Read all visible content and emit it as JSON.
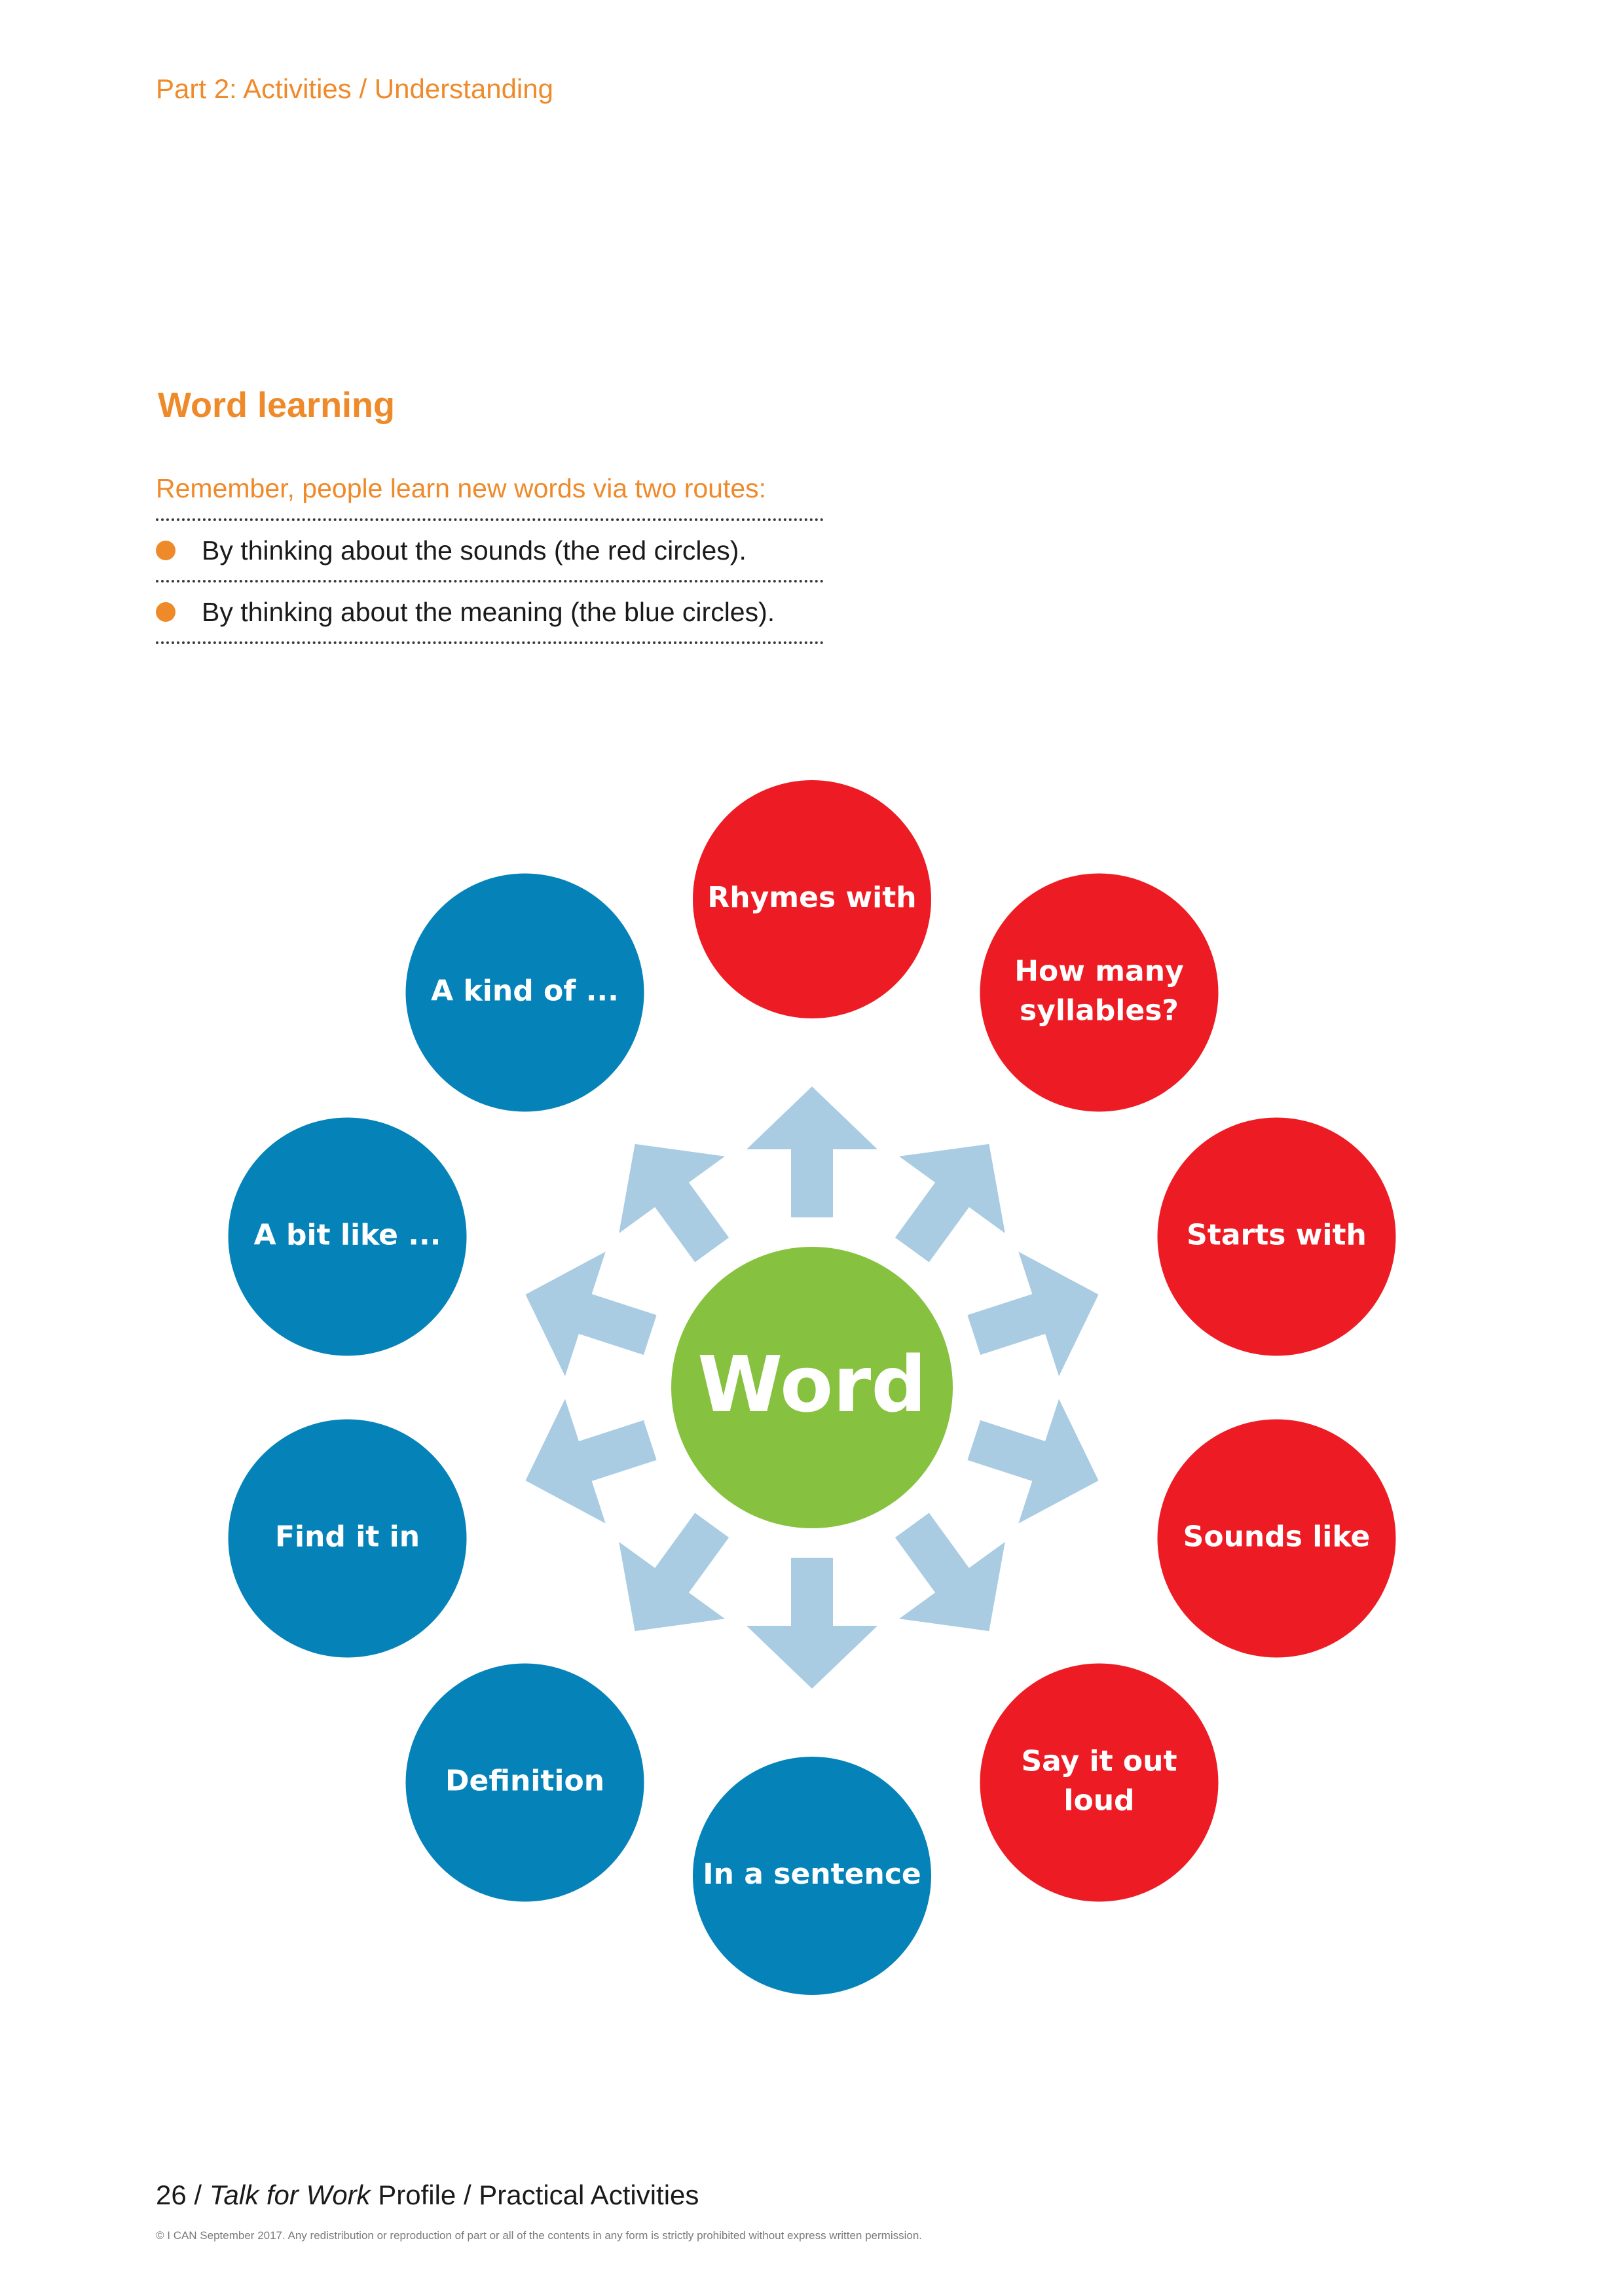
{
  "header": {
    "breadcrumb": "Part 2: Activities / Understanding"
  },
  "section": {
    "title": "Word learning",
    "intro": "Remember, people learn new words via two routes:",
    "bullets": [
      "By thinking about the sounds (the red circles).",
      "By thinking about the meaning (the blue circles)."
    ]
  },
  "diagram": {
    "center": {
      "label": "Word",
      "color": "#86c23f"
    },
    "arrow_color": "#a9cce3",
    "sound_color": "#ed1c24",
    "meaning_color": "#0583b8",
    "nodes": [
      {
        "lines": [
          "Rhymes with"
        ],
        "route": "sound"
      },
      {
        "lines": [
          "How many",
          "syllables?"
        ],
        "route": "sound"
      },
      {
        "lines": [
          "Starts with"
        ],
        "route": "sound"
      },
      {
        "lines": [
          "Sounds like"
        ],
        "route": "sound"
      },
      {
        "lines": [
          "Say it out",
          "loud"
        ],
        "route": "sound"
      },
      {
        "lines": [
          "In a sentence"
        ],
        "route": "meaning"
      },
      {
        "lines": [
          "Definition"
        ],
        "route": "meaning"
      },
      {
        "lines": [
          "Find it in"
        ],
        "route": "meaning"
      },
      {
        "lines": [
          "A bit like ..."
        ],
        "route": "meaning"
      },
      {
        "lines": [
          "A kind of ..."
        ],
        "route": "meaning"
      }
    ]
  },
  "footer": {
    "page_number": "26 / ",
    "title_italic": "Talk for Work",
    "title_rest": " Profile / Practical Activities",
    "copyright": "© I CAN September 2017. Any redistribution or reproduction of part or all of the contents in any form is strictly prohibited without express written permission."
  }
}
